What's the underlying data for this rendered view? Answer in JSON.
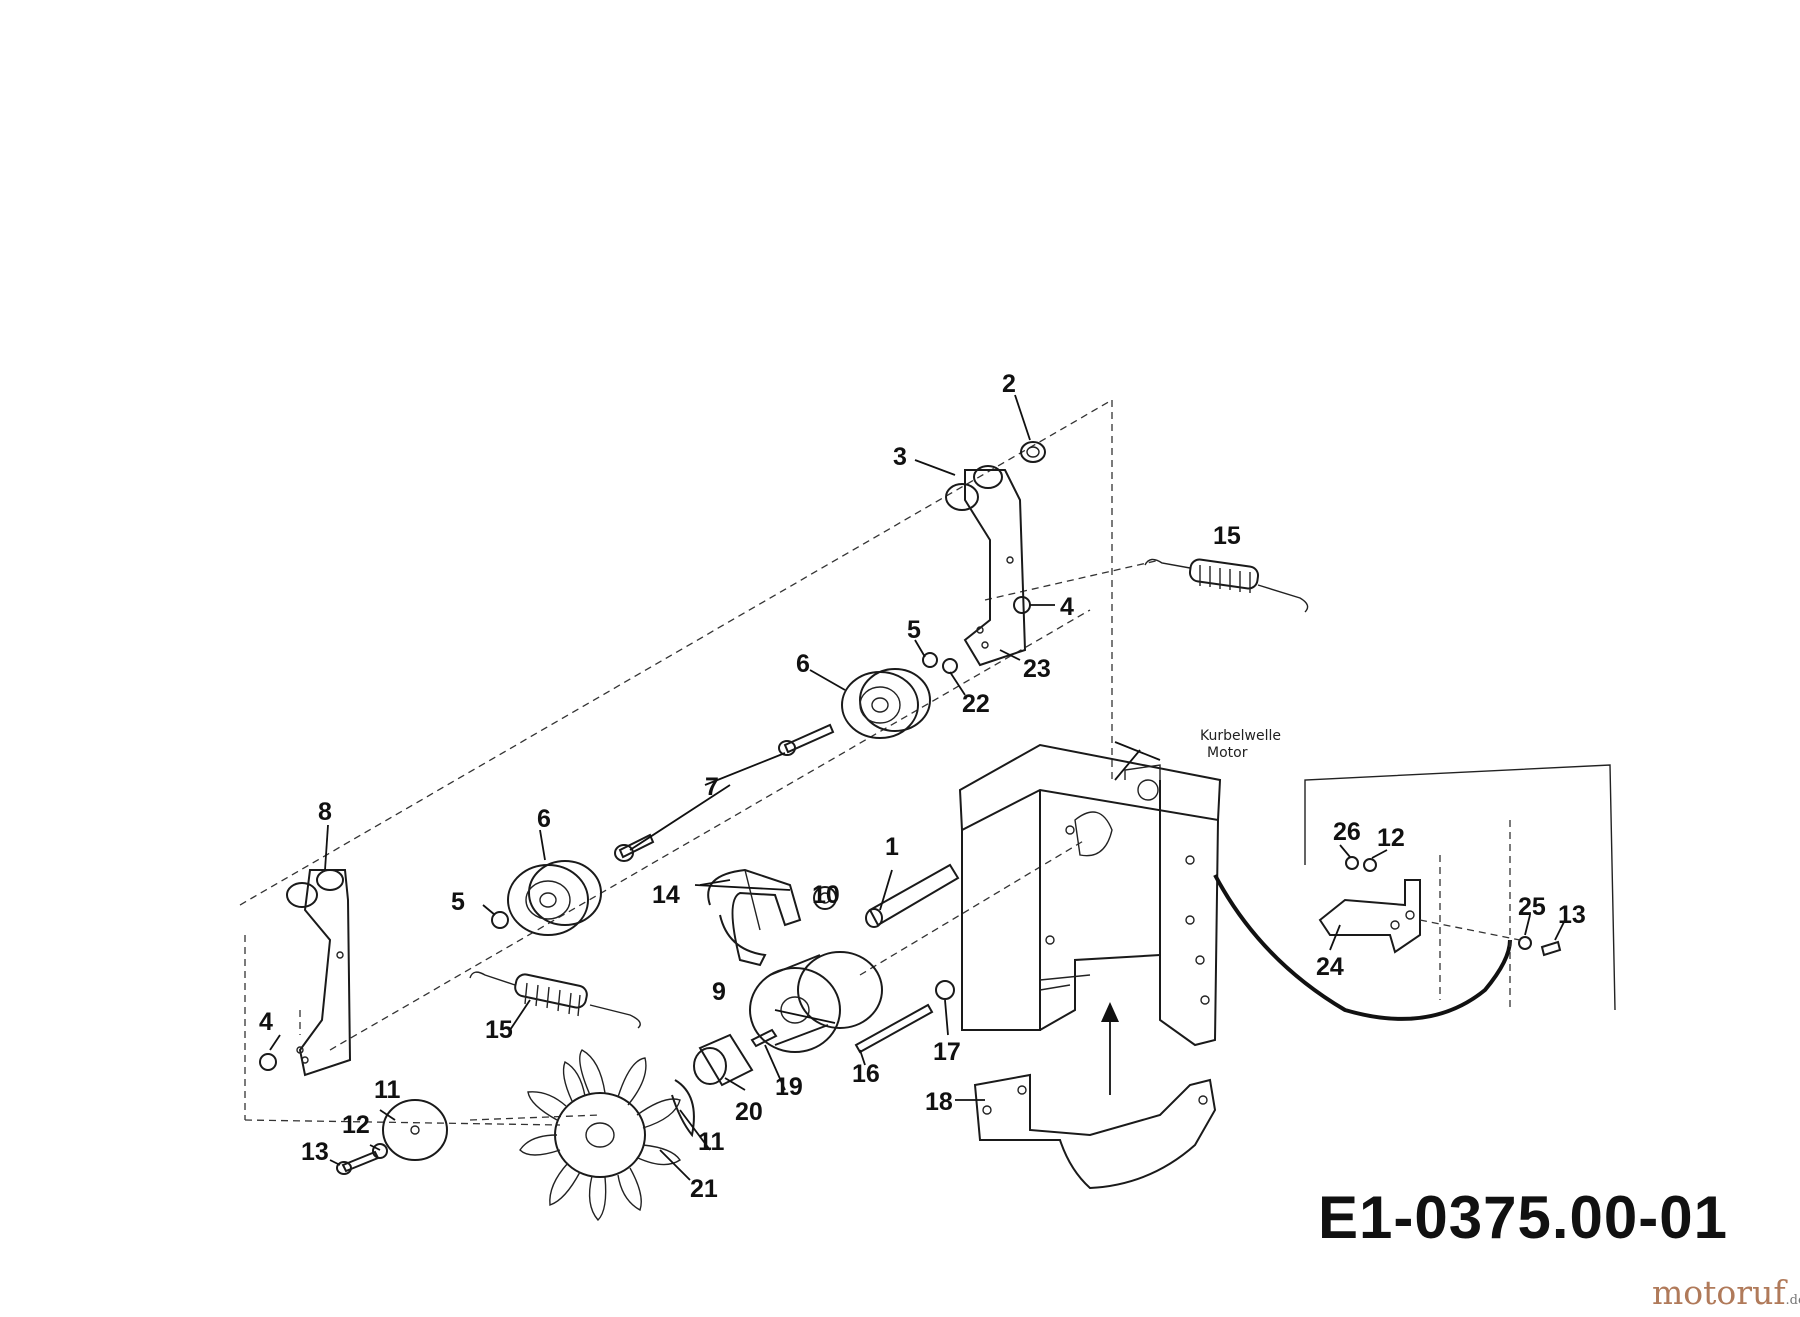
{
  "drawing_code": "E1-0375.00-01",
  "brand": {
    "name": "motoruf",
    "suffix": ".de"
  },
  "annotations": {
    "crankshaft_line1": "Kurbelwelle",
    "crankshaft_line2": "Motor"
  },
  "callouts": {
    "p1": "1",
    "p2": "2",
    "p3": "3",
    "p4a": "4",
    "p4b": "4",
    "p5a": "5",
    "p5b": "5",
    "p6a": "6",
    "p6b": "6",
    "p7": "7",
    "p8": "8",
    "p9": "9",
    "p10": "10",
    "p11a": "11",
    "p11b": "11",
    "p12a": "12",
    "p12b": "12",
    "p13a": "13",
    "p13b": "13",
    "p14": "14",
    "p15a": "15",
    "p15b": "15",
    "p16": "16",
    "p17": "17",
    "p18": "18",
    "p19": "19",
    "p20": "20",
    "p21": "21",
    "p22": "22",
    "p23": "23",
    "p24": "24",
    "p25": "25",
    "p26": "26"
  }
}
